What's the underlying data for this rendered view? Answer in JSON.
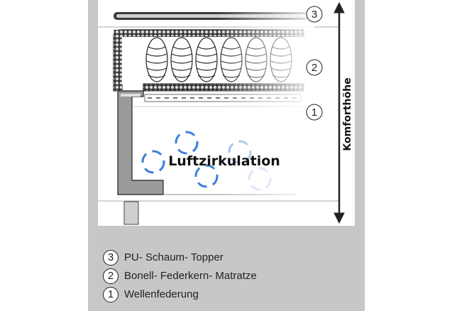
{
  "diagram": {
    "layer_numbers": {
      "topper": "3",
      "mattress": "2",
      "springs": "1"
    },
    "center_label": "Luftzirkulation",
    "side_label": "Komforthöhe"
  },
  "legend": [
    {
      "num": "3",
      "label": "PU- Schaum- Topper"
    },
    {
      "num": "2",
      "label": "Bonell- Federkern- Matratze"
    },
    {
      "num": "1",
      "label": "Wellenfederung"
    }
  ],
  "colors": {
    "panel": "#c7c7c7",
    "arrow": "#3b7fd9",
    "outline": "#222222"
  }
}
